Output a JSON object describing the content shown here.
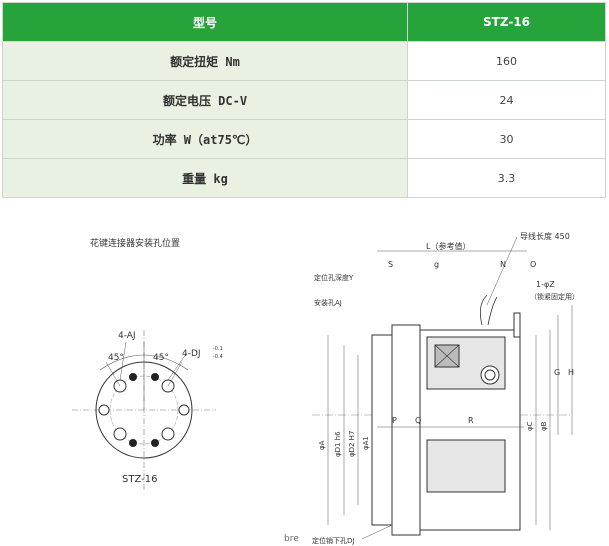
{
  "table": {
    "header": [
      "型号",
      "STZ-16"
    ],
    "rows": [
      {
        "label": "额定扭矩 Nm",
        "value": "160"
      },
      {
        "label": "额定电压 DC-V",
        "value": "24"
      },
      {
        "label": "功率 W（at75℃）",
        "value": "30"
      },
      {
        "label": "重量 kg",
        "value": "3.3"
      }
    ]
  },
  "left_diagram": {
    "title": "花键连接器安装孔位置",
    "label_4aj": "4-AJ",
    "label_4dj": "4-DJ",
    "tol_plus": "-0.1",
    "tol_minus": "-0.4",
    "angle1": "45°",
    "angle2": "45°",
    "model": "STZ-16"
  },
  "right_diagram": {
    "L": "L（参考值）",
    "wire": "导线长度 450",
    "pos_hole": "定位孔深度Y",
    "install": "安装孔AJ",
    "S": "S",
    "g": "g",
    "N": "N",
    "O": "O",
    "Z": "1-φZ",
    "lock": "（锁紧固定用）",
    "P": "P",
    "Q": "Q",
    "R": "R",
    "G": "G",
    "H": "H",
    "phiA": "φA",
    "phiD1": "φD1 h6",
    "phiD2": "φD2 H7",
    "phiA1": "φA1",
    "phiC": "φC",
    "phiB": "φB",
    "bottom": "定位销下孔DJ",
    "bre": "bre"
  }
}
